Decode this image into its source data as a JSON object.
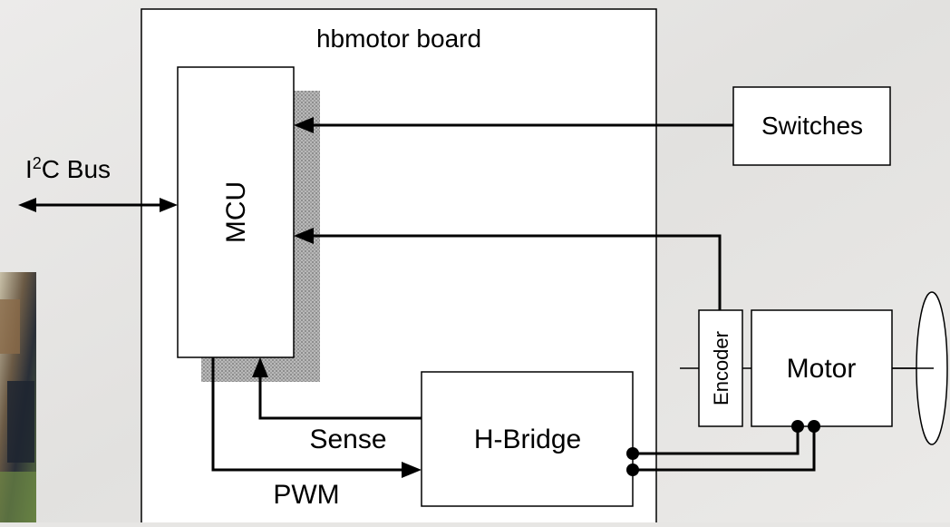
{
  "diagram": {
    "board_title": "hbmotor board",
    "bus_label_main": "I",
    "bus_label_sup": "2",
    "bus_label_rest": "C Bus",
    "blocks": {
      "mcu": "MCU",
      "switches": "Switches",
      "hbridge": "H-Bridge",
      "encoder": "Encoder",
      "motor": "Motor"
    },
    "signals": {
      "sense": "Sense",
      "pwm": "PWM"
    }
  },
  "colors": {
    "background": "#e7e6e4",
    "board_fill": "#ffffff",
    "line": "#000000",
    "shadow": "#a9a9a9"
  }
}
